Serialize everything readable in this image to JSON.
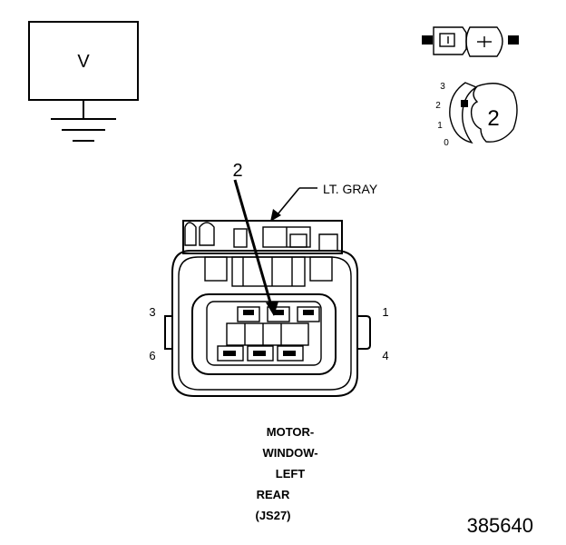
{
  "voltmeter": {
    "symbol": "V"
  },
  "probe_icon": {
    "step_labels": [
      "3",
      "2",
      "1",
      "0"
    ],
    "badge": "2"
  },
  "connector": {
    "wire_color_label": "LT. GRAY",
    "callout_number": "2",
    "pin_labels": {
      "top_left": "3",
      "top_right": "1",
      "bottom_left": "6",
      "bottom_right": "4"
    },
    "name_lines": [
      "MOTOR-",
      "WINDOW-",
      "LEFT",
      "REAR",
      "(JS27)"
    ]
  },
  "figure_number": "385640"
}
